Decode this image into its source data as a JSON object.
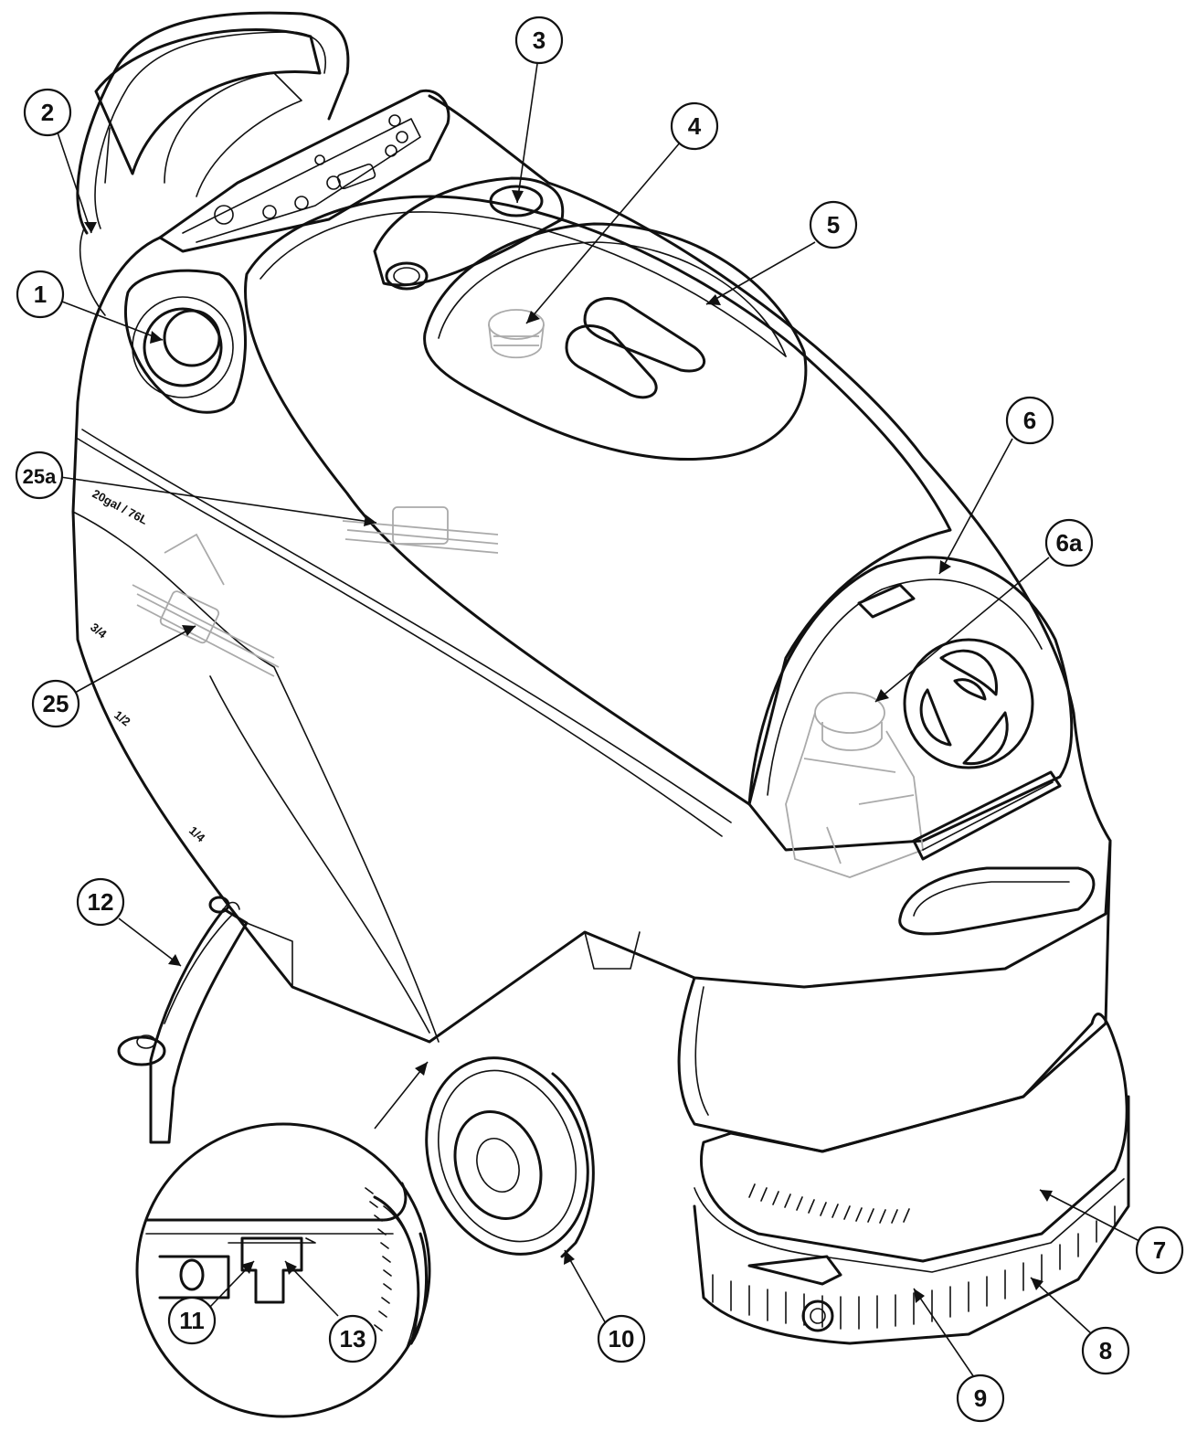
{
  "callouts": [
    {
      "id": "c1",
      "label": "1"
    },
    {
      "id": "c2",
      "label": "2"
    },
    {
      "id": "c3",
      "label": "3"
    },
    {
      "id": "c4",
      "label": "4"
    },
    {
      "id": "c5",
      "label": "5"
    },
    {
      "id": "c6",
      "label": "6"
    },
    {
      "id": "c6a",
      "label": "6a"
    },
    {
      "id": "c7",
      "label": "7"
    },
    {
      "id": "c8",
      "label": "8"
    },
    {
      "id": "c9",
      "label": "9"
    },
    {
      "id": "c10",
      "label": "10"
    },
    {
      "id": "c11",
      "label": "11"
    },
    {
      "id": "c12",
      "label": "12"
    },
    {
      "id": "c13",
      "label": "13"
    },
    {
      "id": "c25",
      "label": "25"
    },
    {
      "id": "c25a",
      "label": "25a"
    }
  ],
  "tank_markings": {
    "capacity": "20gal / 76L",
    "three_quarter": "3/4",
    "half": "1/2",
    "quarter": "1/4"
  },
  "colors": {
    "line": "#111111",
    "ghost_part": "#aaaaaa",
    "background": "#ffffff"
  }
}
